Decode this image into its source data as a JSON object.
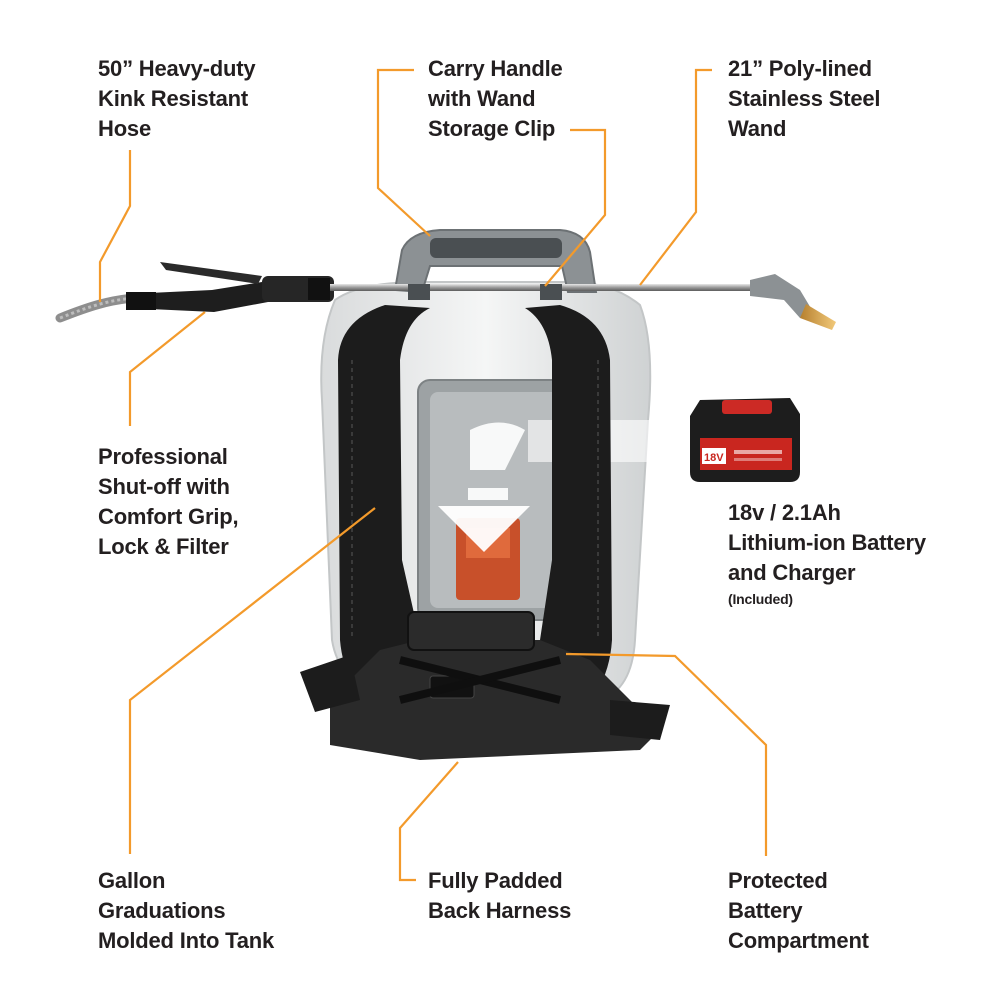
{
  "accent_color": "#f39a2b",
  "callouts": {
    "hose": {
      "lines": [
        "50” Heavy-duty",
        "Kink Resistant",
        "Hose"
      ]
    },
    "handle": {
      "lines": [
        "Carry Handle",
        "with Wand",
        "Storage Clip"
      ]
    },
    "wand": {
      "lines": [
        "21” Poly-lined",
        "Stainless Steel",
        "Wand"
      ]
    },
    "shutoff": {
      "lines": [
        "Professional",
        "Shut-off with",
        "Comfort Grip,",
        "Lock & Filter"
      ]
    },
    "battery": {
      "lines": [
        "18v / 2.1Ah",
        "Lithium-ion Battery",
        "and Charger"
      ],
      "note": "(Included)"
    },
    "gallon": {
      "lines": [
        "Gallon",
        "Graduations",
        "Molded Into Tank"
      ]
    },
    "harness": {
      "lines": [
        "Fully Padded",
        "Back Harness"
      ]
    },
    "compartment": {
      "lines": [
        "Protected",
        "Battery",
        "Compartment"
      ]
    }
  },
  "battery_pack": {
    "voltage_badge": "18V"
  }
}
